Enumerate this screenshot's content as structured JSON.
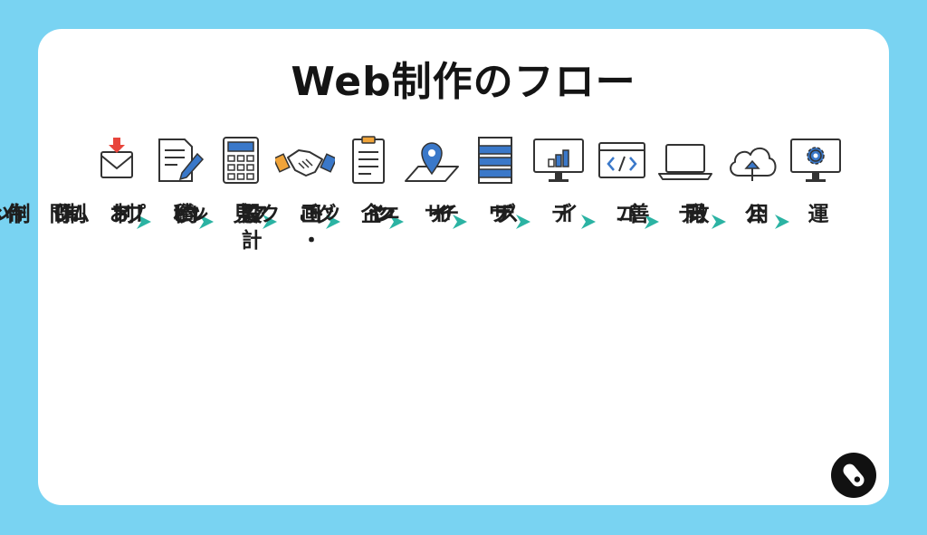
{
  "title": "Web制作のフロー",
  "steps": [
    {
      "label": "お問い合わせ",
      "icon": "mail-inbox-icon"
    },
    {
      "label": "ヒアリング",
      "icon": "document-pen-icon"
    },
    {
      "label": "見積制作",
      "icon": "calculator-icon"
    },
    {
      "label": "ご契約",
      "icon": "handshake-icon"
    },
    {
      "label": "企画・設計",
      "icon": "clipboard-icon"
    },
    {
      "label": "サイトマップ制作",
      "icon": "map-pin-icon"
    },
    {
      "label": "ワイヤーフレーム制作",
      "icon": "wireframe-icon"
    },
    {
      "label": "デザイン",
      "icon": "monitor-chart-icon"
    },
    {
      "label": "コーディング",
      "icon": "code-window-icon"
    },
    {
      "label": "デバイスチェック",
      "icon": "laptop-icon"
    },
    {
      "label": "公開",
      "icon": "cloud-upload-icon"
    },
    {
      "label": "運用改善",
      "icon": "monitor-gear-icon"
    }
  ],
  "colors": {
    "background": "#79d3f2",
    "card": "#ffffff",
    "arrow": "#2bb3a3",
    "accent_red": "#e8453c",
    "accent_blue": "#3a78c9",
    "accent_orange": "#f0a43a"
  }
}
